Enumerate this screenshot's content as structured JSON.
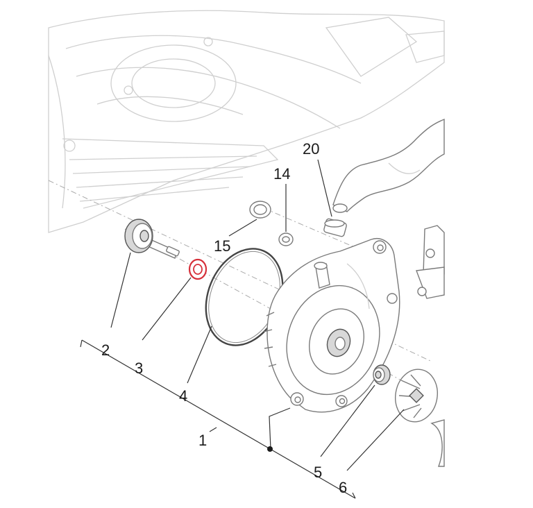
{
  "diagram": {
    "highlight_color": "#d6303a",
    "line_color": "#333333",
    "callouts": [
      {
        "id": "c1",
        "text": "1",
        "highlighted": false
      },
      {
        "id": "c2",
        "text": "2",
        "highlighted": false
      },
      {
        "id": "c3",
        "text": "3",
        "highlighted": true
      },
      {
        "id": "c4",
        "text": "4",
        "highlighted": false
      },
      {
        "id": "c5",
        "text": "5",
        "highlighted": false
      },
      {
        "id": "c6",
        "text": "6",
        "highlighted": false
      },
      {
        "id": "c14",
        "text": "14",
        "highlighted": false
      },
      {
        "id": "c15",
        "text": "15",
        "highlighted": false
      },
      {
        "id": "c20",
        "text": "20",
        "highlighted": false
      }
    ]
  }
}
